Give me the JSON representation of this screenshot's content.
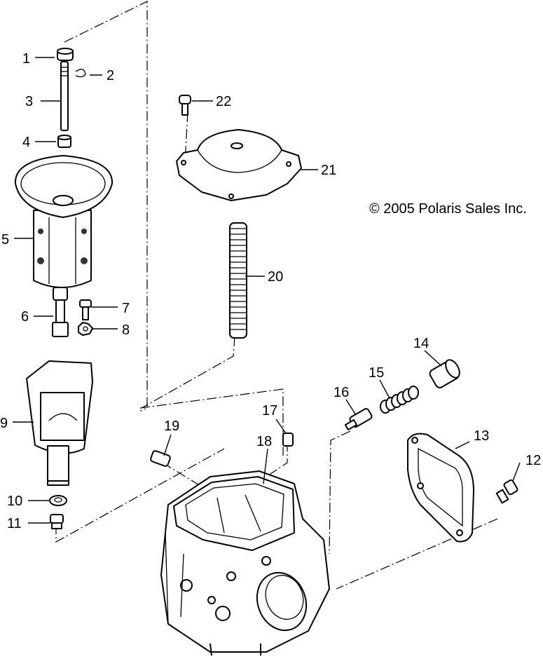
{
  "copyright": "© 2005 Polaris Sales Inc.",
  "callouts": [
    "1",
    "2",
    "3",
    "4",
    "5",
    "6",
    "7",
    "8",
    "9",
    "10",
    "11",
    "12",
    "13",
    "14",
    "15",
    "16",
    "17",
    "18",
    "19",
    "20",
    "21",
    "22"
  ]
}
